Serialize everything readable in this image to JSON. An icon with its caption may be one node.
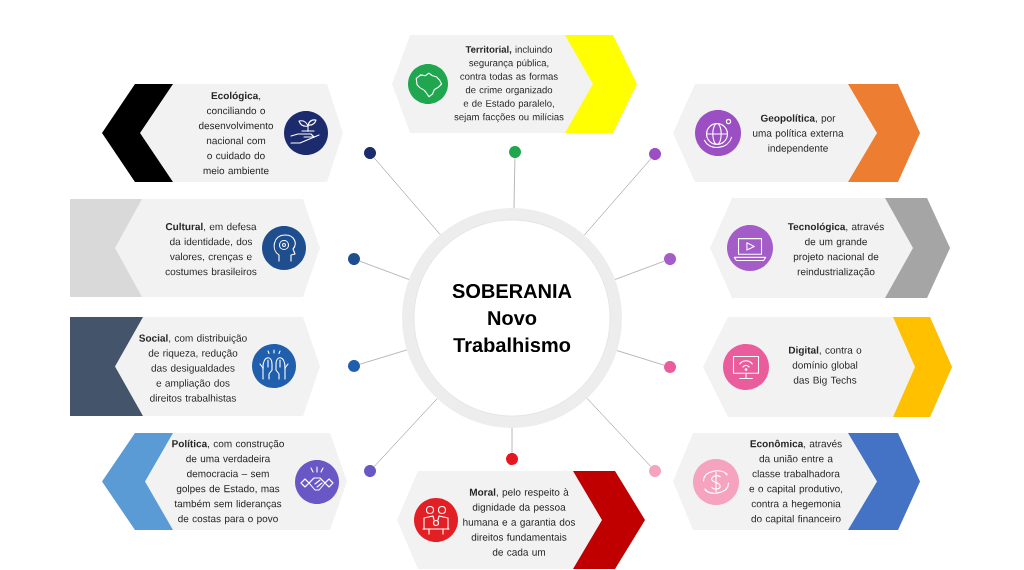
{
  "diagram": {
    "nodes": [
      {
        "text": [
          "**Territorial,** incluindo segurança pública, contra todas as formas de crime organizado e de Estado paralelo, sejam facções ou milícias"
        ]
      },
      {
        "text": [
          "**Ecológica**, conciliando o desenvolvimento nacional com o cuidado do meio ambiente"
        ]
      },
      {
        "text": [
          "**Geopolítica**, por uma política externa independente"
        ]
      },
      {
        "text": [
          "**Cultural**, em defesa da identidade, dos valores, crenças e costumes brasileiros"
        ]
      },
      {
        "text": [
          "**Tecnológica**, através de um grande projeto nacional de reindustrialização"
        ]
      },
      {
        "text": [
          "SOBERANIA Novo Trabalhismo"
        ]
      },
      {
        "text": [
          "**Social**, com distribuição de riqueza, redução das desigualdades e ampliação dos direitos trabalhistas"
        ]
      },
      {
        "text": [
          "**Digital**, contra o domínio global das Big Techs"
        ]
      },
      {
        "text": [
          "**Política**, com construção de uma verdadeira democracia – sem golpes de Estado, mas também sem lideranças de costas para o povo"
        ]
      },
      {
        "text": [
          "**Econômica**, através da união entre a classe trabalhadora e o capital produtivo, contra a hegemonia do capital financeiro"
        ]
      },
      {
        "text": [
          "**Moral**, pelo respeito à dignidade da pessoa humana e a garantia dos direitos fundamentais de cada um"
        ]
      },
      {
        "text": [],
        "shape": "circle"
      },
      {
        "text": [],
        "shape": "circle"
      },
      {
        "text": [],
        "shape": "circle"
      },
      {
        "text": [],
        "shape": "circle"
      },
      {
        "text": [],
        "shape": "circle"
      },
      {
        "text": [],
        "shape": "circle"
      },
      {
        "text": [],
        "shape": "circle"
      },
      {
        "text": [],
        "shape": "circle"
      },
      {
        "text": [],
        "shape": "circle"
      },
      {
        "text": [],
        "shape": "circle"
      }
    ],
    "edges": [
      {
        "from": 5,
        "to": 11,
        "arrow": "none"
      },
      {
        "from": 5,
        "to": 12,
        "arrow": "none"
      },
      {
        "from": 5,
        "to": 13,
        "arrow": "none"
      },
      {
        "from": 5,
        "to": 14,
        "arrow": "none"
      },
      {
        "from": 5,
        "to": 15,
        "arrow": "none"
      },
      {
        "from": 5,
        "to": 16,
        "arrow": "none"
      },
      {
        "from": 5,
        "to": 17,
        "arrow": "none"
      },
      {
        "from": 5,
        "to": 18,
        "arrow": "none"
      },
      {
        "from": 5,
        "to": 19,
        "arrow": "none"
      },
      {
        "from": 5,
        "to": 20,
        "arrow": "none"
      }
    ]
  }
}
